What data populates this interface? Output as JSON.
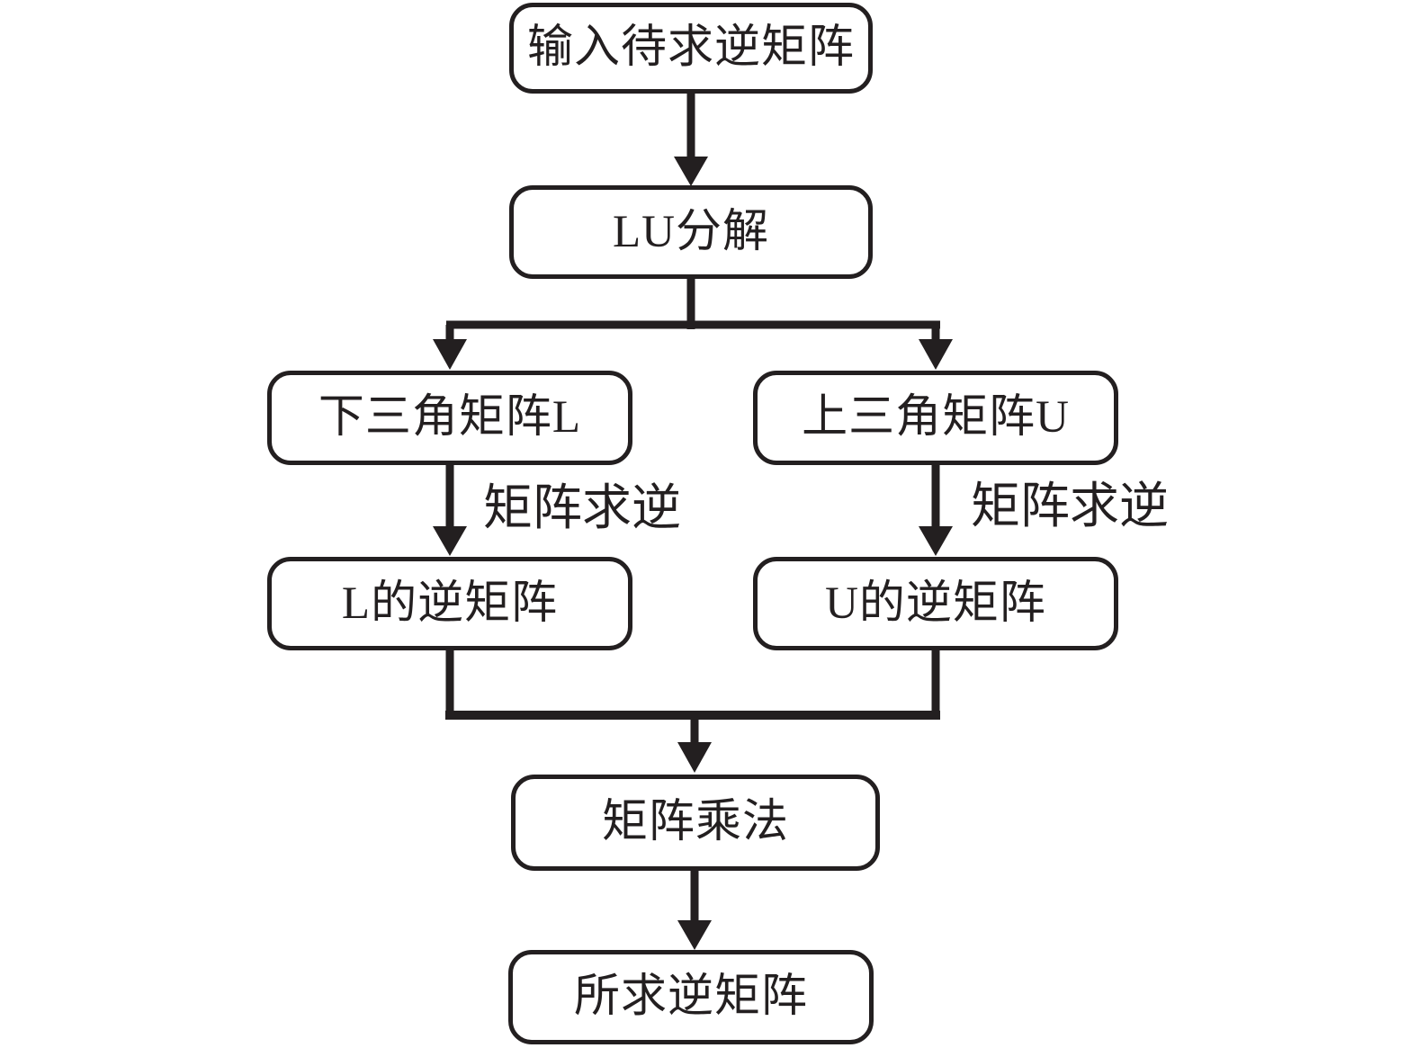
{
  "diagram": {
    "type": "flowchart",
    "colors": {
      "stroke": "#231f20",
      "background": "#ffffff"
    },
    "nodes": {
      "input": {
        "label": "输入待求逆矩阵"
      },
      "lu": {
        "label": "LU分解"
      },
      "lower": {
        "label": "下三角矩阵L"
      },
      "upper": {
        "label": "上三角矩阵U"
      },
      "linv": {
        "label": "L的逆矩阵"
      },
      "uinv": {
        "label": "U的逆矩阵"
      },
      "multiply": {
        "label": "矩阵乘法"
      },
      "result": {
        "label": "所求逆矩阵"
      }
    },
    "edge_labels": {
      "left": "矩阵求逆",
      "right": "矩阵求逆"
    },
    "edges": [
      {
        "from": "input",
        "to": "lu",
        "label": ""
      },
      {
        "from": "lu",
        "to": "lower",
        "label": ""
      },
      {
        "from": "lu",
        "to": "upper",
        "label": ""
      },
      {
        "from": "lower",
        "to": "linv",
        "label": "矩阵求逆"
      },
      {
        "from": "upper",
        "to": "uinv",
        "label": "矩阵求逆"
      },
      {
        "from": "linv",
        "to": "multiply",
        "label": ""
      },
      {
        "from": "uinv",
        "to": "multiply",
        "label": ""
      },
      {
        "from": "multiply",
        "to": "result",
        "label": ""
      }
    ]
  }
}
